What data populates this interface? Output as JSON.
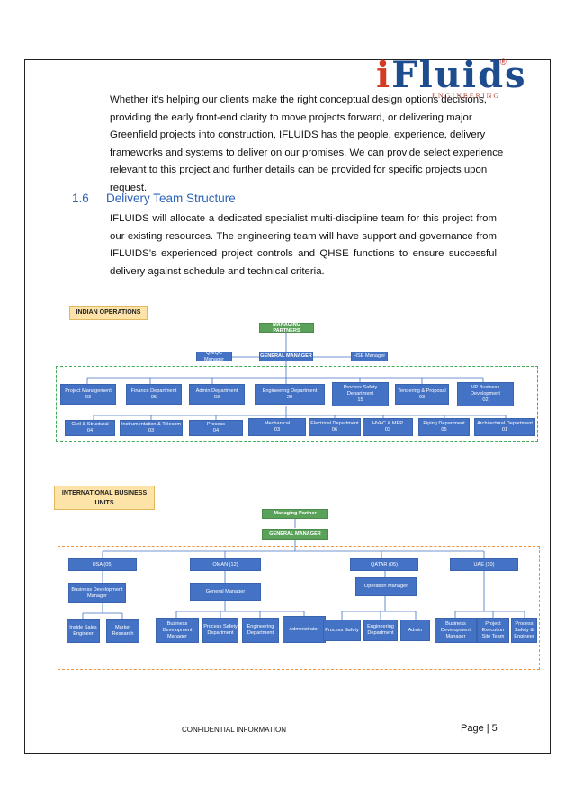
{
  "logo": {
    "text_i": "i",
    "text_rest": "Fluids",
    "reg": "®",
    "sub": "ENGINEERING"
  },
  "intro_paragraph": "Whether it’s helping our clients make the right conceptual design options decisions, providing the early front-end clarity to move projects forward, or delivering major Greenfield projects into construction, IFLUIDS has the people, experience, delivery frameworks and systems to deliver on our promises. We can provide select experience relevant to this project and further details can be provided for specific projects upon request.",
  "section": {
    "number": "1.6",
    "title": "Delivery Team Structure"
  },
  "section_paragraph": "IFLUIDS will allocate a dedicated specialist multi-discipline team for this project from our existing resources. The engineering team will have support and governance from IFLUIDS’s experienced project controls and QHSE functions to ensure successful delivery against schedule and technical criteria.",
  "indian": {
    "tag": "INDIAN OPERATIONS",
    "managing_partners": "MANAGING PARTNERS",
    "qaqc": "QA/QC Manager",
    "general_manager": "GENERAL MANAGER",
    "hse": "HSE Manager",
    "row1": [
      {
        "name": "Project Management",
        "count": "03"
      },
      {
        "name": "Finance Department",
        "count": "05"
      },
      {
        "name": "Admin Department",
        "count": "03"
      },
      {
        "name": "Engineering Department",
        "count": "29"
      },
      {
        "name": "Process Safety Department",
        "count": "15"
      },
      {
        "name": "Tendering & Proposal",
        "count": "03"
      },
      {
        "name": "VP Business Development",
        "count": "02"
      }
    ],
    "row2": [
      {
        "name": "Civil & Structural",
        "count": "04"
      },
      {
        "name": "Instrumentation & Telecom",
        "count": "03"
      },
      {
        "name": "Process",
        "count": "04"
      },
      {
        "name": "Mechanical",
        "count": "03"
      },
      {
        "name": "Electrical Department",
        "count": "06"
      },
      {
        "name": "HVAC & MEP",
        "count": "03"
      },
      {
        "name": "Piping Department",
        "count": "05"
      },
      {
        "name": "Architectural Department",
        "count": "01"
      }
    ]
  },
  "intl": {
    "tag": "INTERNATIONAL BUSINESS UNITS",
    "managing_partner": "Managing Partner",
    "general_manager": "GENERAL MANAGER",
    "usa": "USA (05)",
    "oman": "OMAN (12)",
    "qatar": "QATAR (05)",
    "uae": "UAE (10)",
    "usa_bdm": "Business Development Manager",
    "oman_gm": "General Manager",
    "qatar_om": "Operation Manager",
    "usa_children": [
      "Inside Sales Engineer",
      "Market Research"
    ],
    "oman_children": [
      "Business Development Manager",
      "Process Safety Department",
      "Engineering Department",
      "Administrator"
    ],
    "qatar_children": [
      "Process Safety",
      "Engineering Department",
      "Admin"
    ],
    "uae_children": [
      "Business Development Manager",
      "Project Execution Site Team",
      "Process Safety & Engineer"
    ]
  },
  "footer": {
    "confidential": "CONFIDENTIAL INFORMATION",
    "page": "Page | 5"
  }
}
